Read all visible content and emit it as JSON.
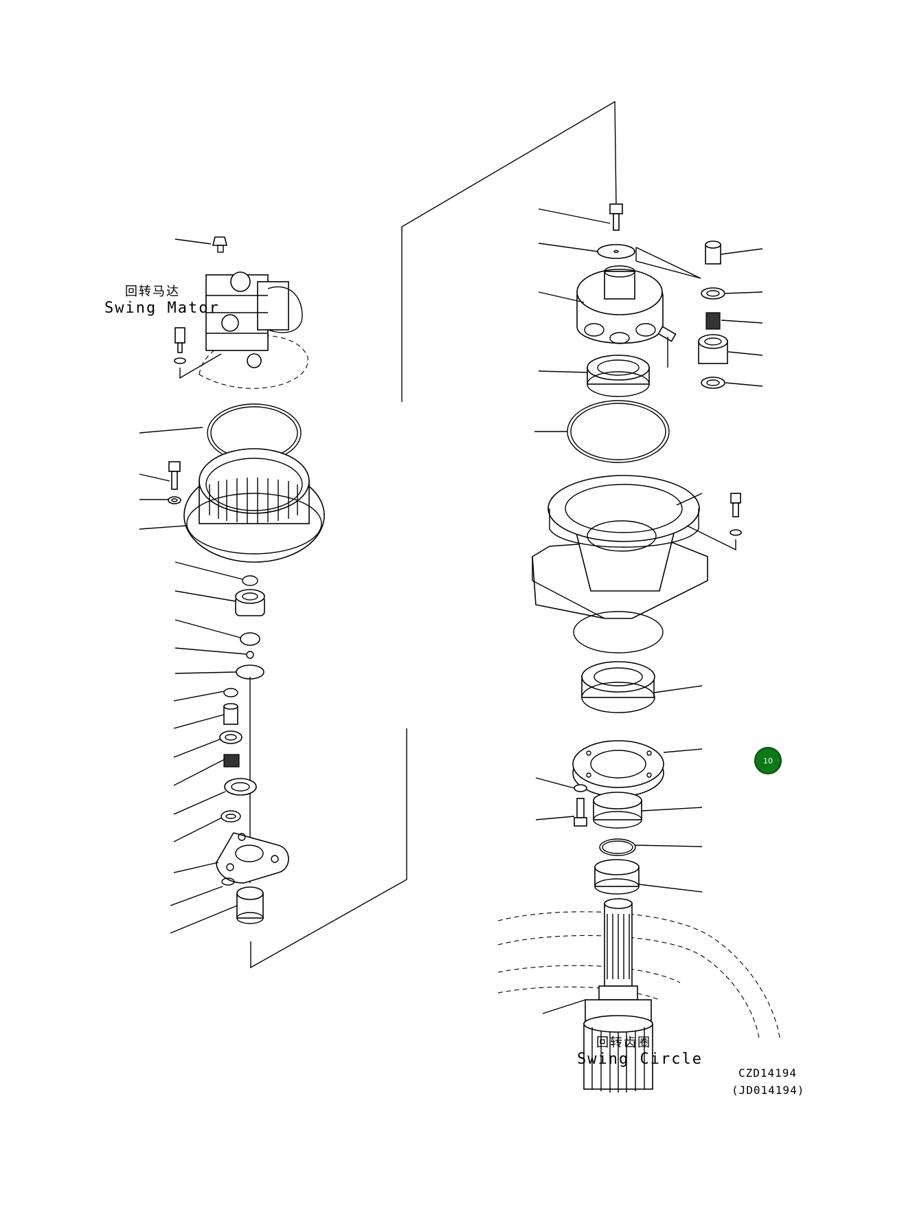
{
  "labels": {
    "swing_motor_cn": "回转马达",
    "swing_motor_en": "Swing Mator",
    "swing_circle_cn": "回转齿圈",
    "swing_circle_en": "Swing Circle",
    "drawing_code": "CZD14194",
    "drawing_code_alt": "(JD014194)"
  },
  "badge": {
    "text": "10",
    "color": "#0b7a16"
  }
}
